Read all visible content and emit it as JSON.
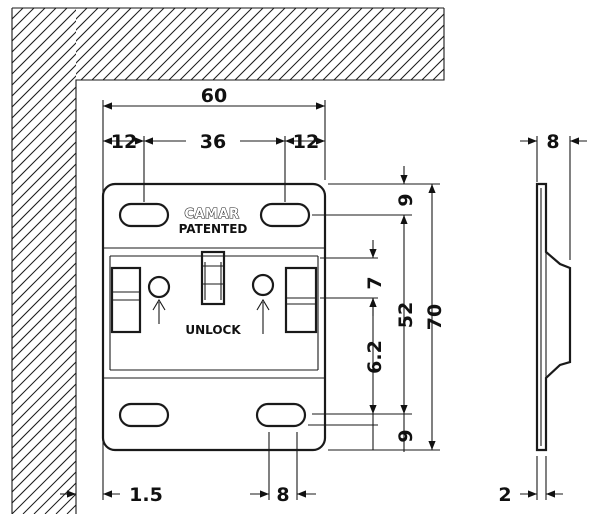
{
  "diagram": {
    "brand": {
      "logo_text": "CAMAR",
      "patented": "PATENTED",
      "unlock": "UNLOCK"
    },
    "dimensions": {
      "total_width": "60",
      "left_offset": "12",
      "slot_spacing": "36",
      "right_offset": "12",
      "top_slot": "9",
      "lock_height": "7",
      "inner_height": "52",
      "total_height": "70",
      "lower_gap": "6.2",
      "bottom_slot": "9",
      "wall_gap": "1.5",
      "slot_width": "8",
      "profile_depth": "8",
      "sheet_thickness": "2"
    }
  }
}
